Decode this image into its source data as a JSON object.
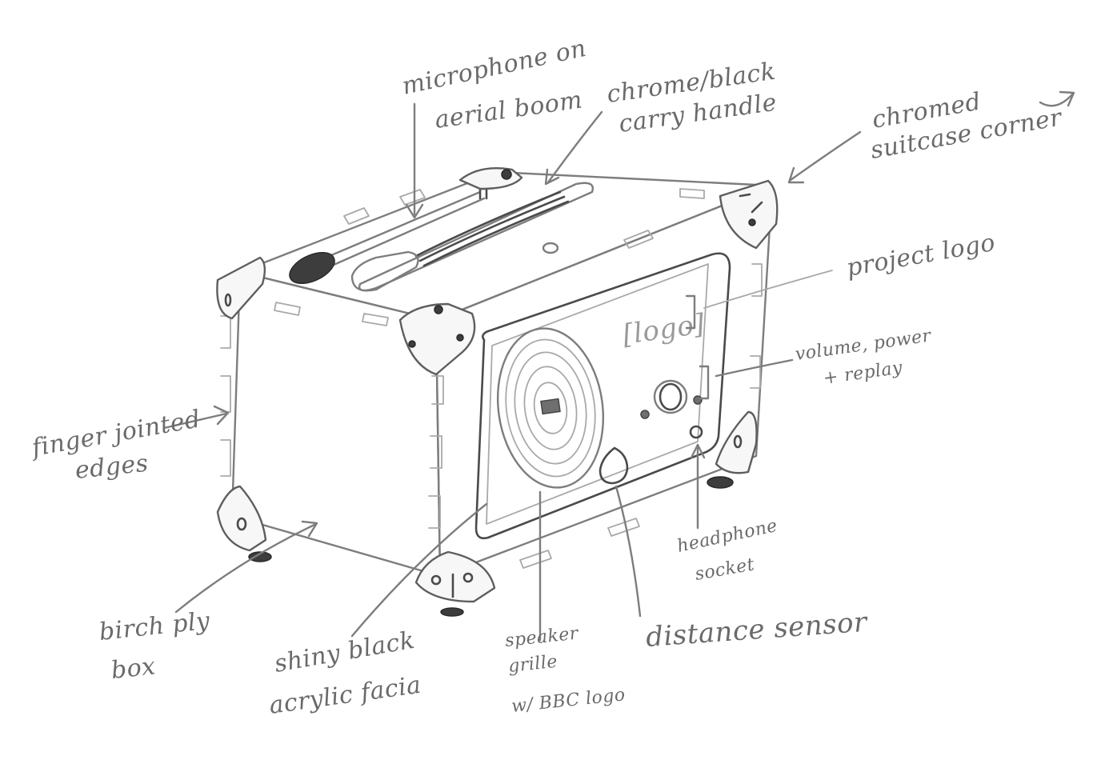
{
  "labels": {
    "microphone_1": "microphone on",
    "microphone_2": "aerial boom",
    "handle_1": "chrome/black",
    "handle_2": "carry handle",
    "corner_1": "chromed",
    "corner_2": "suitcase corner",
    "project_logo": "project logo",
    "logo_placeholder": "[logo]",
    "volume_1": "volume, power",
    "volume_2": "+ replay",
    "finger_1": "finger jointed",
    "finger_2": "edges",
    "headphone_1": "headphone",
    "headphone_2": "socket",
    "birch_1": "birch ply",
    "birch_2": "box",
    "acrylic_1": "shiny black",
    "acrylic_2": "acrylic facia",
    "speaker_1": "speaker",
    "speaker_2": "grille",
    "speaker_3": "w/ BBC logo",
    "distance": "distance sensor"
  },
  "colors": {
    "paper": "#ffffff",
    "pencil": "#7d7d7d",
    "pencil_dark": "#4a4a4a"
  },
  "icons": {
    "arrow": "arrow-head",
    "corner": "suitcase-corner",
    "handle": "carry-handle"
  }
}
